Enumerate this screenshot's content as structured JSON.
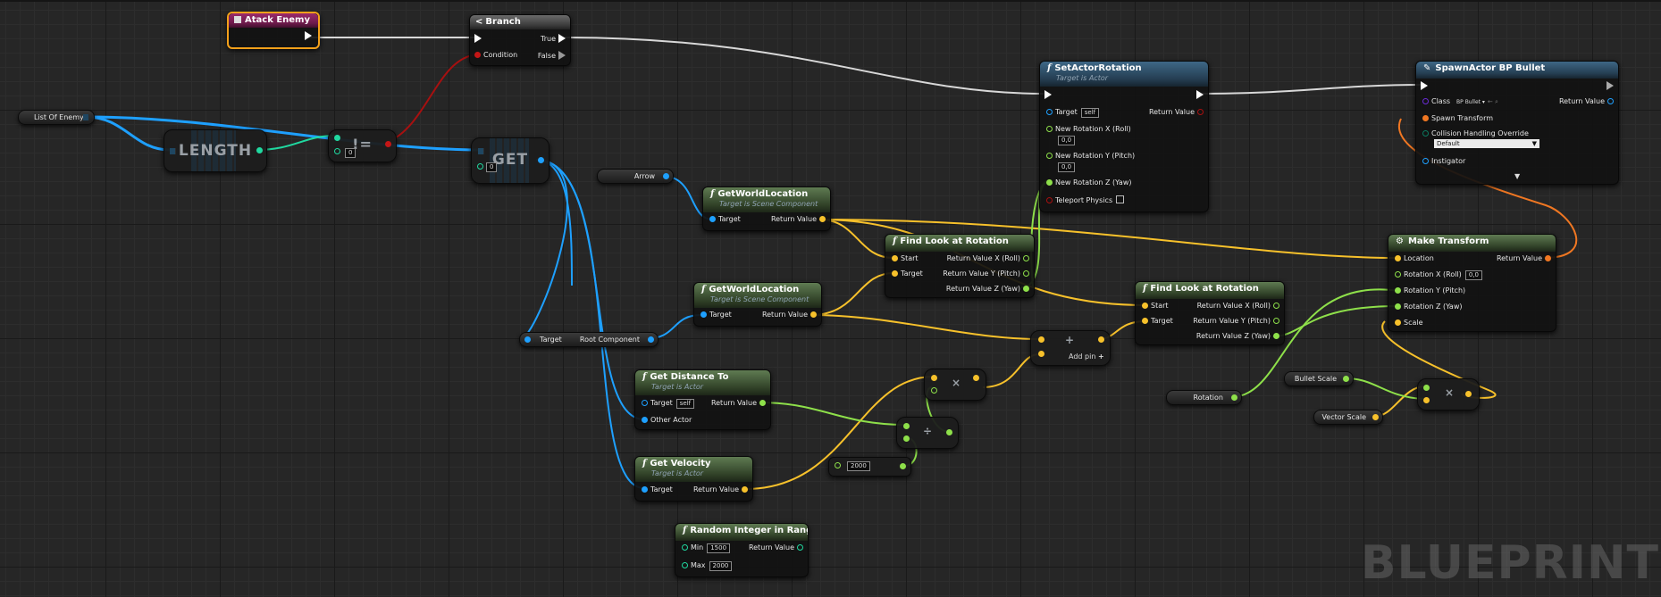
{
  "watermark": "BLUEPRINT",
  "events": {
    "atack_enemy": {
      "title": "Atack Enemy"
    }
  },
  "branch": {
    "title": "Branch",
    "true_label": "True",
    "false_label": "False",
    "condition_label": "Condition"
  },
  "variables": {
    "list_of_enemy": "List Of Enemy",
    "arrow": "Arrow",
    "rotation": "Rotation",
    "bullet_scale": "Bullet Scale",
    "vector_scale": "Vector Scale"
  },
  "length_node": {
    "label": "LENGTH"
  },
  "not_equal_node": {
    "symbol": "!=",
    "value": "0"
  },
  "get_node": {
    "label": "GET",
    "index": "0"
  },
  "root_component": {
    "target_label": "Target",
    "output_label": "Root Component"
  },
  "get_world_location_1": {
    "title": "GetWorldLocation",
    "subtitle": "Target is Scene Component",
    "target_label": "Target",
    "return_label": "Return Value"
  },
  "get_world_location_2": {
    "title": "GetWorldLocation",
    "subtitle": "Target is Scene Component",
    "target_label": "Target",
    "return_label": "Return Value"
  },
  "find_look_1": {
    "title": "Find Look at Rotation",
    "start_label": "Start",
    "target_label": "Target",
    "x_label": "Return Value X (Roll)",
    "y_label": "Return Value Y (Pitch)",
    "z_label": "Return Value Z (Yaw)"
  },
  "find_look_2": {
    "title": "Find Look at Rotation",
    "start_label": "Start",
    "target_label": "Target",
    "x_label": "Return Value X (Roll)",
    "y_label": "Return Value Y (Pitch)",
    "z_label": "Return Value Z (Yaw)"
  },
  "set_actor_rotation": {
    "title": "SetActorRotation",
    "subtitle": "Target is Actor",
    "target_label": "Target",
    "target_value": "self",
    "return_label": "Return Value",
    "rot_x_label": "New Rotation X (Roll)",
    "rot_x_value": "0,0",
    "rot_y_label": "New Rotation Y (Pitch)",
    "rot_y_value": "0,0",
    "rot_z_label": "New Rotation Z (Yaw)",
    "teleport_label": "Teleport Physics"
  },
  "spawn_actor": {
    "title": "SpawnActor BP Bullet",
    "class_label": "Class",
    "class_value": "BP Bullet",
    "return_label": "Return Value",
    "spawn_transform_label": "Spawn Transform",
    "collision_label": "Collision Handling Override",
    "collision_value": "Default",
    "instigator_label": "Instigator"
  },
  "make_transform": {
    "title": "Make Transform",
    "location_label": "Location",
    "return_label": "Return Value",
    "rot_x_label": "Rotation X (Roll)",
    "rot_x_value": "0,0",
    "rot_y_label": "Rotation Y (Pitch)",
    "rot_z_label": "Rotation Z (Yaw)",
    "scale_label": "Scale"
  },
  "add_node": {
    "symbol": "+",
    "add_pin_label": "Add pin"
  },
  "get_distance_to": {
    "title": "Get Distance To",
    "subtitle": "Target is Actor",
    "target_label": "Target",
    "target_value": "self",
    "return_label": "Return Value",
    "other_label": "Other Actor"
  },
  "get_velocity": {
    "title": "Get Velocity",
    "subtitle": "Target is Actor",
    "target_label": "Target",
    "return_label": "Return Value"
  },
  "multiply_node": {
    "symbol": "×"
  },
  "divide_node": {
    "symbol": "÷"
  },
  "literal_2000": {
    "value": "2000"
  },
  "multiply_node_2": {
    "symbol": "×"
  },
  "random_int": {
    "title": "Random Integer in Range",
    "min_label": "Min",
    "min_value": "1500",
    "max_label": "Max",
    "max_value": "2000",
    "return_label": "Return Value"
  },
  "colors": {
    "exec": "#ffffff",
    "object": "#1ea0ff",
    "vector": "#f7c12b",
    "float": "#8ee04a",
    "integer": "#20d9a0",
    "bool": "#c41616",
    "transform": "#f07722",
    "class": "#6a2bd6",
    "enum": "#0a7a60"
  }
}
